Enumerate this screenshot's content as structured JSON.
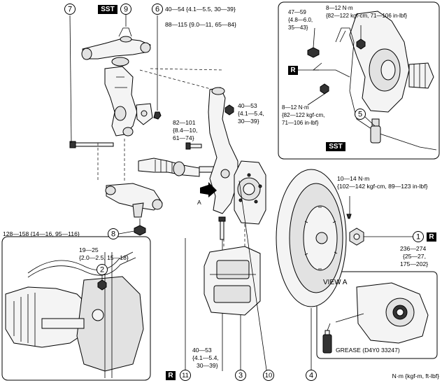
{
  "callouts": [
    {
      "id": "c1",
      "number": "1"
    },
    {
      "id": "c2",
      "number": "2"
    },
    {
      "id": "c3",
      "number": "3"
    },
    {
      "id": "c4",
      "number": "4"
    },
    {
      "id": "c5",
      "number": "5"
    },
    {
      "id": "c6",
      "number": "6"
    },
    {
      "id": "c7",
      "number": "7"
    },
    {
      "id": "c8",
      "number": "8"
    },
    {
      "id": "c9",
      "number": "9"
    },
    {
      "id": "c10",
      "number": "10"
    },
    {
      "id": "c11",
      "number": "11"
    }
  ],
  "tags": {
    "sst": "SST",
    "replace": "R"
  },
  "torques": {
    "t6": "40—54 {4.1—5.5, 30—39}",
    "t_upper": "88—115 {9.0—11, 65—84}",
    "t_knuckle_a": "40—53",
    "t_knuckle_b": "{4.1—5.4,",
    "t_knuckle_c": "30—39}",
    "t_bolt_a": "82—101",
    "t_bolt_b": "{8.4—10,",
    "t_bolt_c": "61—74}",
    "t8": "128—158 {14—16, 95—116}",
    "t2_a": "19—25",
    "t2_b": "{2.0—2.5, 15—18}",
    "t3_a": "40—53",
    "t3_b": "{4.1—5.4,",
    "t3_c": "30—39}",
    "t_disc_a": "10—14 N·m",
    "t_disc_b": "{102—142 kgf-cm, 89—123 in-lbf}",
    "t1_a": "236—274",
    "t1_b": "{25—27,",
    "t1_c": "175—202}",
    "tr_47_a": "47—59",
    "tr_47_b": "{4.8—6.0,",
    "tr_47_c": "35—43}",
    "tr_8a_a": "8—12 N·m",
    "tr_8a_b": "{82—122 kgf-cm, 71—106 in-lbf}",
    "tr_8b_a": "8—12 N·m",
    "tr_8b_b": "{82—122 kgf-cm,",
    "tr_8b_c": "71—106 in-lbf}"
  },
  "view_a": {
    "title": "VIEW A",
    "grease": "GREASE (D4Y0 33247)"
  },
  "arrow_label": "A",
  "units_footer": "N·m {kgf-m, ft-lbf}"
}
